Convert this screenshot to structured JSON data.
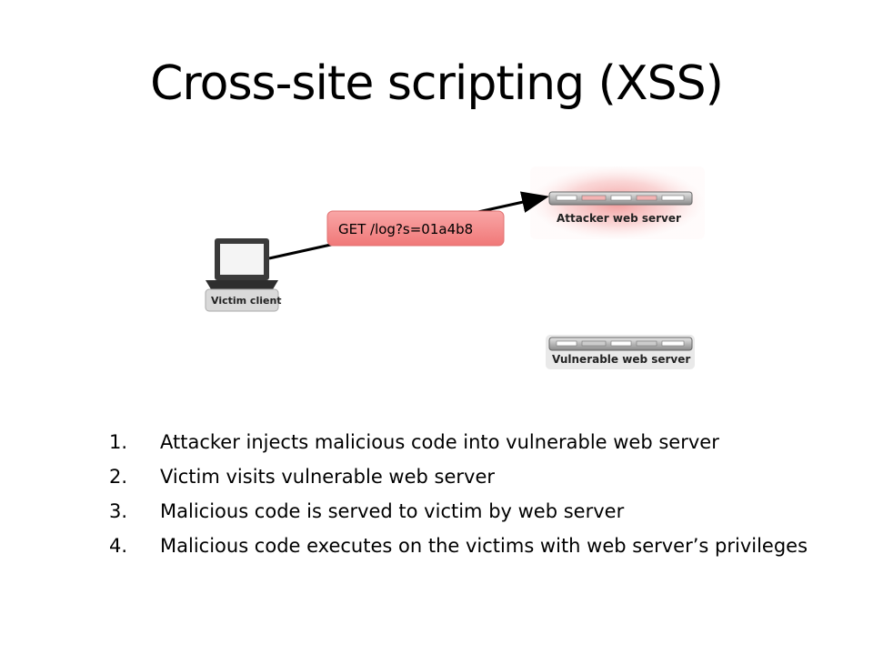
{
  "slide": {
    "title": "Cross-site scripting (XSS)"
  },
  "diagram": {
    "request_label": "GET /log?s=01a4b8",
    "attacker_server_label": "Attacker web server",
    "vulnerable_server_label": "Vulnerable web server",
    "victim_client_label": "Victim client",
    "highlight_color": "#f4a3a3",
    "request_box_color": "#f58c8c"
  },
  "steps": [
    {
      "num": "1.",
      "text": "Attacker injects malicious code into vulnerable web server"
    },
    {
      "num": "2.",
      "text": "Victim visits vulnerable web server"
    },
    {
      "num": "3.",
      "text": "Malicious code is served to victim by web server"
    },
    {
      "num": "4.",
      "text": "Malicious code executes on the victims with web server’s privileges"
    }
  ]
}
